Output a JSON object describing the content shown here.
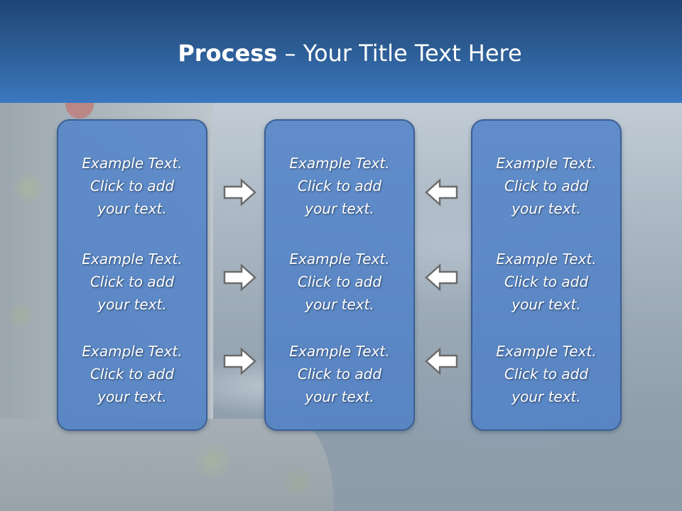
{
  "slide": {
    "title_bold": "Process",
    "title_rest": " – Your Title Text Here"
  },
  "columns": [
    {
      "cells": [
        {
          "line1": "Example Text.",
          "line2": "Click  to add",
          "line3": "your text."
        },
        {
          "line1": "Example Text.",
          "line2": "Click  to add",
          "line3": "your text."
        },
        {
          "line1": "Example Text.",
          "line2": "Click  to add",
          "line3": "your text."
        }
      ]
    },
    {
      "cells": [
        {
          "line1": "Example Text.",
          "line2": "Click  to add",
          "line3": "your text."
        },
        {
          "line1": "Example Text.",
          "line2": "Click  to add",
          "line3": "your text."
        },
        {
          "line1": "Example Text.",
          "line2": "Click  to add",
          "line3": "your text."
        }
      ]
    },
    {
      "cells": [
        {
          "line1": "Example Text.",
          "line2": "Click  to add",
          "line3": "your text."
        },
        {
          "line1": "Example Text.",
          "line2": "Click  to add",
          "line3": "your text."
        },
        {
          "line1": "Example Text.",
          "line2": "Click  to add",
          "line3": "your text."
        }
      ]
    }
  ],
  "arrows": {
    "left_set": [
      "arrow-right-icon",
      "arrow-right-icon",
      "arrow-right-icon"
    ],
    "right_set": [
      "arrow-left-icon",
      "arrow-left-icon",
      "arrow-left-icon"
    ]
  },
  "colors": {
    "header_top": "#1e4675",
    "header_bottom": "#3b78bf",
    "box_fill": "#5888c9",
    "box_border": "#3b5f93",
    "arrow_fill": "#ffffff",
    "arrow_stroke": "#6b6b6b"
  }
}
